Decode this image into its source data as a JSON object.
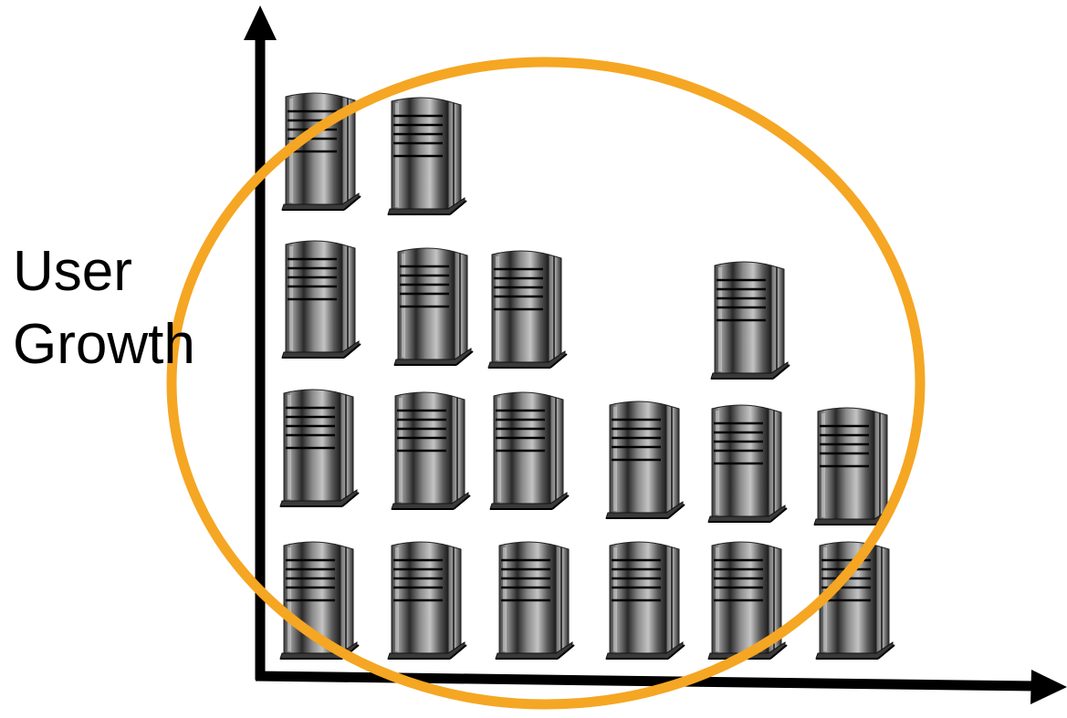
{
  "y_axis_label": {
    "line1": "User",
    "line2": "Growth"
  },
  "colors": {
    "axis": "#000000",
    "circle": "#f5a623",
    "server_dark": "#1e1e1e",
    "server_light": "#9a9a9a",
    "background": "#ffffff"
  },
  "icons": {
    "server": "server-tower-icon",
    "y_arrow": "arrow-up-icon",
    "x_arrow": "arrow-right-icon"
  },
  "server_grid": {
    "rows": [
      {
        "row": 1,
        "count": 2
      },
      {
        "row": 2,
        "count": 4
      },
      {
        "row": 3,
        "count": 6
      },
      {
        "row": 4,
        "count": 6
      }
    ],
    "total_servers": 18
  }
}
